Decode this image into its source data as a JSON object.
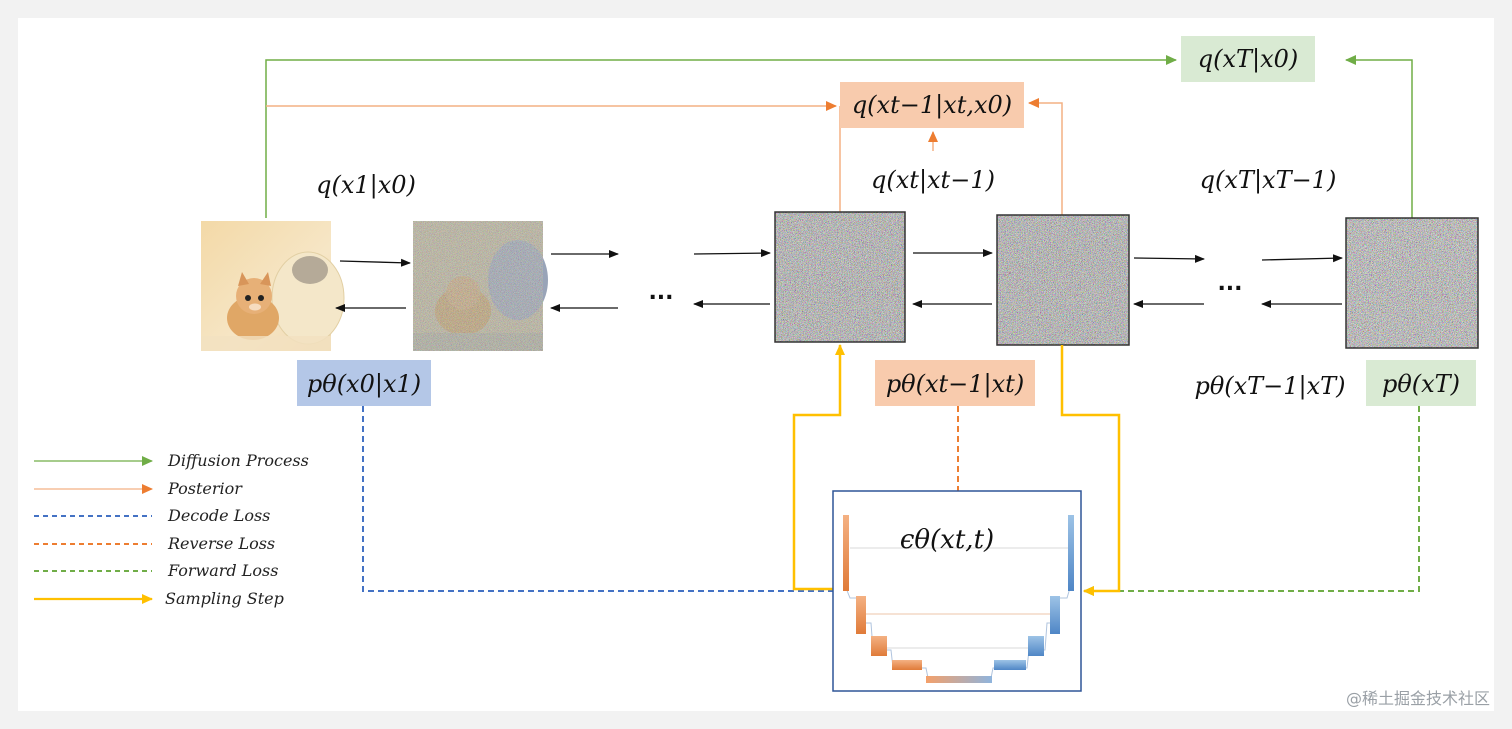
{
  "formulas": {
    "q_xT_x0": "q(xT|x0)",
    "posterior": "q(xt−1|xt,x0)",
    "q_x1_x0": "q(x1|x0)",
    "q_xt_xt1": "q(xt|xt−1)",
    "q_xT_xT1": "q(xT|xT−1)",
    "p_x0_x1": "pθ(x0|x1)",
    "p_xt1_xt": "pθ(xt−1|xt)",
    "p_xT1_xT": "pθ(xT−1|xT)",
    "p_xT": "pθ(xT)",
    "eps": "ϵθ(xt,t)"
  },
  "ellipsis": "...",
  "legend": [
    {
      "label": "Diffusion Process",
      "color": "#70ad47",
      "style": "arrow"
    },
    {
      "label": "Posterior",
      "color": "#ed7d31",
      "style": "arrow-light"
    },
    {
      "label": "Decode Loss",
      "color": "#4472c4",
      "style": "dashed"
    },
    {
      "label": "Reverse Loss",
      "color": "#ed7d31",
      "style": "dashed"
    },
    {
      "label": "Forward Loss",
      "color": "#70ad47",
      "style": "dashed"
    },
    {
      "label": "Sampling Step",
      "color": "#ffc000",
      "style": "arrow-thick"
    }
  ],
  "colors": {
    "green_box": "#d9ead3",
    "orange_box": "#f8cbad",
    "blue_box": "#b4c7e7",
    "green": "#70ad47",
    "orange": "#ed7d31",
    "blue": "#4472c4",
    "yellow": "#ffc000",
    "unet_border": "#2f5597"
  },
  "images": [
    "clean-kitten-image",
    "noisy-image-x1",
    "noisy-image-xt-1",
    "noisy-image-xt",
    "noise-image-xT"
  ],
  "watermark": "@稀土掘金技术社区"
}
